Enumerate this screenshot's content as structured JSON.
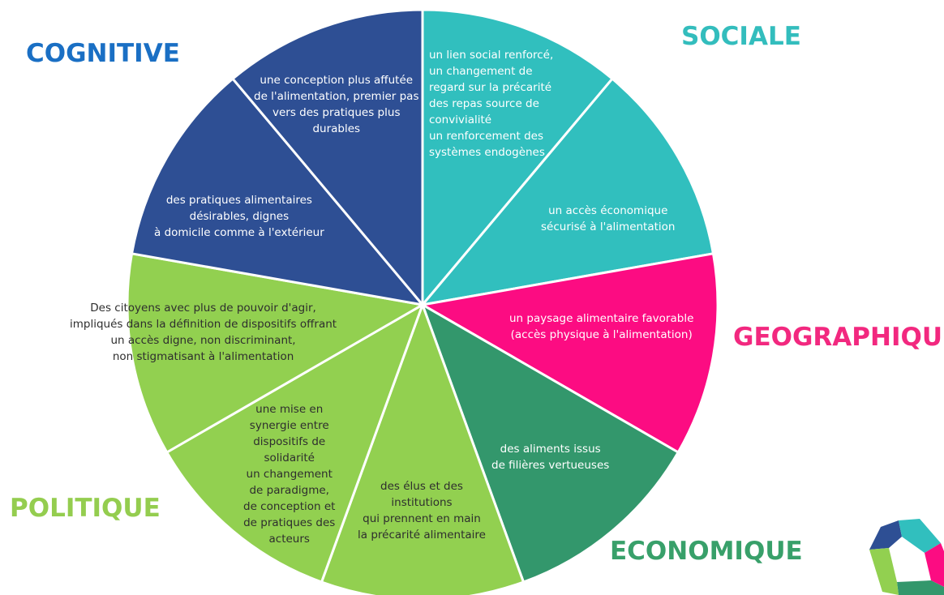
{
  "colors": {
    "cognitive": "#2e4f94",
    "sociale": "#31bfbe",
    "geographique": "#fc0c82",
    "economique": "#33976c",
    "politique": "#92d050",
    "cognitive_label": "#1a6fc4",
    "sociale_label": "#33bdbd",
    "geographique_label": "#f2287f",
    "economique_label": "#38a06a",
    "politique_label": "#94cd4f"
  },
  "categories": {
    "cognitive": "COGNITIVE",
    "sociale": "SOCIALE",
    "geographique": "GEOGRAPHIQUE",
    "economique": "ECONOMIQUE",
    "politique": "POLITIQUE"
  },
  "segments": [
    {
      "category": "sociale",
      "lines": [
        "un lien social renforcé,",
        "un changement de",
        "regard sur la précarité",
        "des repas source de",
        "convivialité",
        "un renforcement des",
        "systèmes endogènes"
      ]
    },
    {
      "category": "sociale",
      "lines": [
        "un accès économique",
        "sécurisé à l'alimentation"
      ]
    },
    {
      "category": "geographique",
      "lines": [
        "un paysage alimentaire favorable",
        "(accès physique à l'alimentation)"
      ]
    },
    {
      "category": "economique",
      "lines": [
        "des aliments issus",
        "de filières vertueuses"
      ]
    },
    {
      "category": "politique",
      "lines": [
        "des élus et des",
        "institutions",
        "qui prennent en main",
        "la précarité alimentaire"
      ]
    },
    {
      "category": "politique",
      "lines": [
        "une mise en",
        "synergie entre",
        "dispositifs de",
        "solidarité",
        "un changement",
        "de paradigme,",
        "de conception et",
        "de pratiques des",
        "acteurs"
      ]
    },
    {
      "category": "politique",
      "lines": [
        "Des citoyens avec plus de pouvoir d'agir,",
        "impliqués dans la définition de dispositifs offrant",
        "un accès digne, non discriminant,",
        "non stigmatisant à l'alimentation"
      ]
    },
    {
      "category": "cognitive",
      "lines": [
        "des pratiques alimentaires",
        "désirables, dignes",
        "à domicile comme à l'extérieur"
      ]
    },
    {
      "category": "cognitive",
      "lines": [
        "une conception plus affutée",
        "de l'alimentation,  premier pas",
        "vers des pratiques plus",
        "durables"
      ]
    }
  ],
  "logo": {
    "name": "logo-pentagon"
  }
}
